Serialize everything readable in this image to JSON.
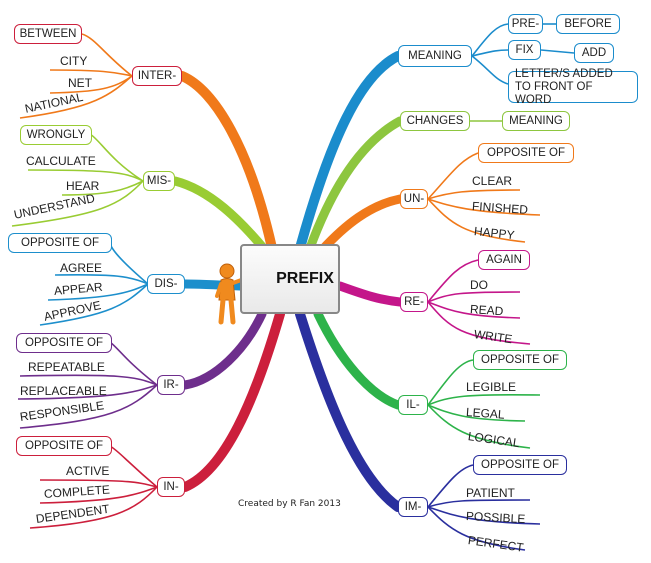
{
  "center_label": "PREFIX",
  "credit": "Created by R Fan 2013",
  "colors": {
    "inter": "#f0791a",
    "mis": "#99cc33",
    "dis": "#1d8fcc",
    "ir": "#6e2e8c",
    "in": "#cc1f3c",
    "meaning": "#1b8ccc",
    "changes": "#8dc63f",
    "un": "#f0791a",
    "re": "#c4168a",
    "il": "#2db34a",
    "im": "#2a2f9e"
  },
  "branches": {
    "inter": {
      "label": "INTER-",
      "def": "BETWEEN",
      "words": [
        "CITY",
        "NET",
        "NATIONAL"
      ]
    },
    "mis": {
      "label": "MIS-",
      "def": "WRONGLY",
      "words": [
        "CALCULATE",
        "HEAR",
        "UNDERSTAND"
      ]
    },
    "dis": {
      "label": "DIS-",
      "def": "OPPOSITE OF",
      "words": [
        "AGREE",
        "APPEAR",
        "APPROVE"
      ]
    },
    "ir": {
      "label": "IR-",
      "def": "OPPOSITE OF",
      "words": [
        "REPEATABLE",
        "REPLACEABLE",
        "RESPONSIBLE"
      ]
    },
    "in": {
      "label": "IN-",
      "def": "OPPOSITE OF",
      "words": [
        "ACTIVE",
        "COMPLETE",
        "DEPENDENT"
      ]
    },
    "meaning": {
      "label": "MEANING",
      "pre": "PRE-",
      "before": "BEFORE",
      "fix": "FIX",
      "add": "ADD",
      "letters": "LETTER/S ADDED TO FRONT OF WORD"
    },
    "changes": {
      "label": "CHANGES",
      "target": "MEANING"
    },
    "un": {
      "label": "UN-",
      "def": "OPPOSITE OF",
      "words": [
        "CLEAR",
        "FINISHED",
        "HAPPY"
      ]
    },
    "re": {
      "label": "RE-",
      "def": "AGAIN",
      "words": [
        "DO",
        "READ",
        "WRITE"
      ]
    },
    "il": {
      "label": "IL-",
      "def": "OPPOSITE OF",
      "words": [
        "LEGIBLE",
        "LEGAL",
        "LOGICAL"
      ]
    },
    "im": {
      "label": "IM-",
      "def": "OPPOSITE OF",
      "words": [
        "PATIENT",
        "POSSIBLE",
        "PERFECT"
      ]
    }
  }
}
